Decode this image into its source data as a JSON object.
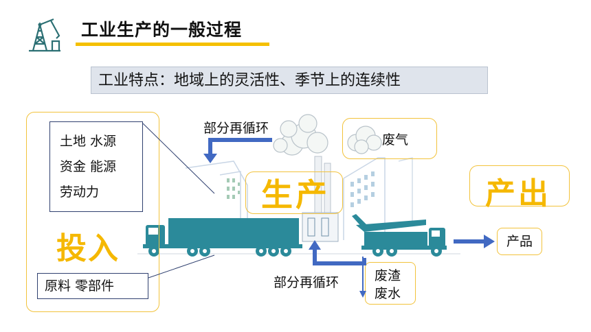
{
  "header": {
    "title": "工业生产的一般过程"
  },
  "feature_text": "工业特点：地域上的灵活性、季节上的连续性",
  "input": {
    "factors": [
      "土地 水源",
      "资金 能源",
      "劳动力"
    ],
    "label": "投入",
    "materials": "原料 零部件"
  },
  "production": {
    "label": "生产"
  },
  "output": {
    "label": "产出",
    "product": "产品"
  },
  "waste": {
    "gas": "废气",
    "solid_water": [
      "废渣",
      "废水"
    ]
  },
  "recycle": {
    "top": "部分再循环",
    "bottom": "部分再循环"
  },
  "colors": {
    "accent_yellow": "#f5b800",
    "panel_border": "#f2c23a",
    "arrow_blue": "#4169c2",
    "truck_teal": "#2b8a9a",
    "navy": "#2e3f6e"
  },
  "icons": [
    "oil-derrick-icon",
    "truck-icon",
    "concrete-pump-truck-icon",
    "factory-icon",
    "smoke-cloud-icon"
  ]
}
